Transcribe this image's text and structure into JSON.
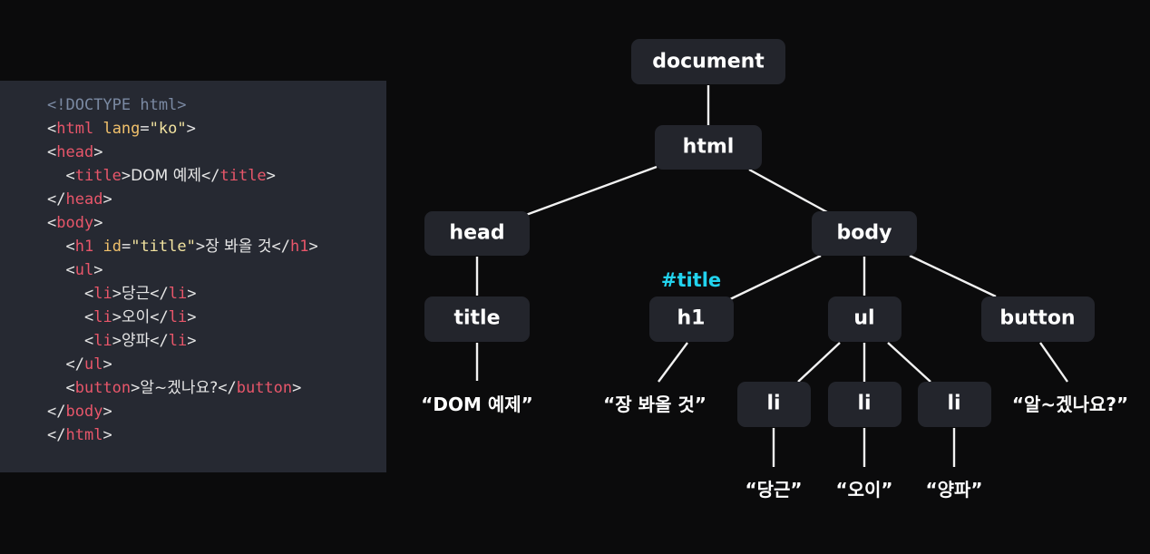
{
  "code": {
    "doctype": "<!DOCTYPE html>",
    "html_attr": "lang",
    "html_attr_value": "\"ko\"",
    "title_text": "DOM 예제",
    "h1_attr": "id",
    "h1_attr_value": "\"title\"",
    "h1_text": "장 봐올 것",
    "li1_text": "당근",
    "li2_text": "오이",
    "li3_text": "양파",
    "button_text": "알~겠나요?",
    "tags": {
      "html": "html",
      "head": "head",
      "title": "title",
      "body": "body",
      "h1": "h1",
      "ul": "ul",
      "li": "li",
      "button": "button"
    }
  },
  "tree": {
    "nodes": {
      "document": "document",
      "html": "html",
      "head": "head",
      "body": "body",
      "title": "title",
      "h1": "h1",
      "ul": "ul",
      "button": "button",
      "li1": "li",
      "li2": "li",
      "li3": "li"
    },
    "id_label": "#title",
    "texts": {
      "title": "“DOM 예제”",
      "h1": "“장 봐올 것”",
      "li1": "“당근”",
      "li2": "“오이”",
      "li3": "“양파”",
      "button": "“알~겠나요?”"
    }
  },
  "colors": {
    "background": "#0b0b0c",
    "code_panel": "#262932",
    "node_fill": "#23252c",
    "tag": "#e8566a",
    "attribute": "#f0c06b",
    "string": "#f2e3a0",
    "doctype": "#7b8aa3",
    "id_highlight": "#22d3ee"
  }
}
